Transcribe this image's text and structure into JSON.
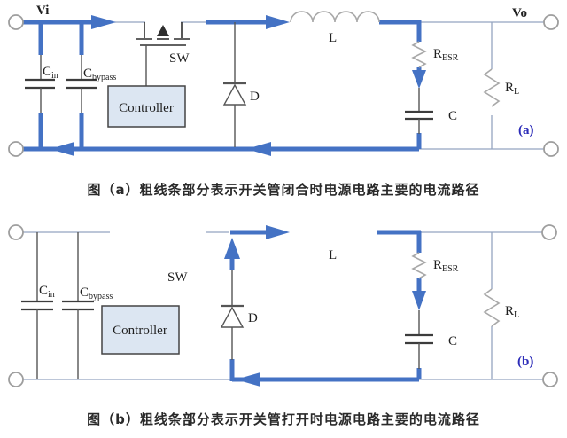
{
  "colors": {
    "bold_path": "#4472c4",
    "thin_wire": "#95a4c0",
    "component": "#555555",
    "resistor": "#a8a8a8",
    "plate": "#3c3c3c",
    "terminal": "#9e9e9e",
    "controller_fill": "#dce6f2",
    "controller_border": "#444444",
    "figure_tag": "#2b2bb8",
    "mosfet": "#2e2e2e"
  },
  "circuit_a": {
    "figure_tag": "(a)",
    "caption": "图（a）粗线条部分表示开关管闭合时电源电路主要的电流路径",
    "labels": {
      "input_voltage": "Vi",
      "output_voltage": "Vo",
      "cin_main": "C",
      "cin_sub": "in",
      "cbypass_main": "C",
      "cbypass_sub": "bypass",
      "switch": "SW",
      "controller": "Controller",
      "diode": "D",
      "inductor": "L",
      "resr_main": "R",
      "resr_sub": "ESR",
      "output_cap": "C",
      "rl_main": "R",
      "rl_sub": "L"
    }
  },
  "circuit_b": {
    "figure_tag": "(b)",
    "caption": "图（b）粗线条部分表示开关管打开时电源电路主要的电流路径",
    "labels": {
      "cin_main": "C",
      "cin_sub": "in",
      "cbypass_main": "C",
      "cbypass_sub": "bypass",
      "switch": "SW",
      "controller": "Controller",
      "diode": "D",
      "inductor": "L",
      "resr_main": "R",
      "resr_sub": "ESR",
      "output_cap": "C",
      "rl_main": "R",
      "rl_sub": "L"
    }
  }
}
